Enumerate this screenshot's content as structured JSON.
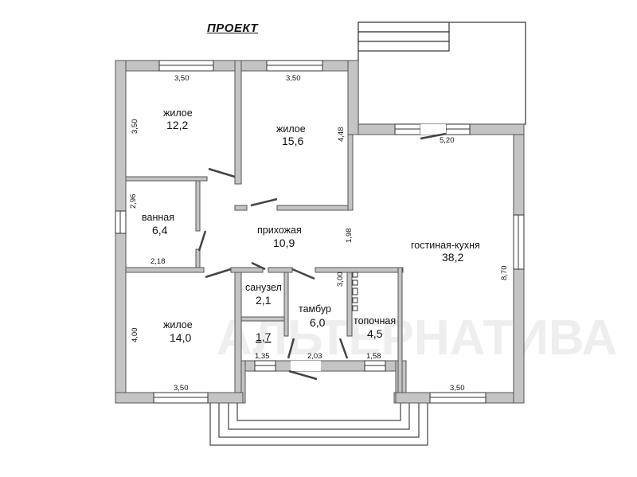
{
  "title": "ПРОЕКТ",
  "watermark": "АЛЬТЕРНАТИВА",
  "rooms": {
    "bedroom1": {
      "name": "жилое",
      "area": "12,2",
      "width_dim": "3,50",
      "height_dim": "3,50"
    },
    "bedroom2": {
      "name": "жилое",
      "area": "15,6",
      "width_dim": "3,50",
      "height_dim": "4,48"
    },
    "bathroom": {
      "name": "ванная",
      "area": "6,4",
      "width_dim": "2,18",
      "height_dim": "2,96"
    },
    "hallway": {
      "name": "прихожая",
      "area": "10,9",
      "height_dim": "1,98"
    },
    "bedroom3": {
      "name": "жилое",
      "area": "14,0",
      "width_dim": "3,50",
      "height_dim": "4,00"
    },
    "toilet": {
      "name": "санузел",
      "area": "2,1"
    },
    "closet": {
      "area": "1,7",
      "width_dim": "1,35"
    },
    "vestibule": {
      "name": "тамбур",
      "area": "6,0",
      "width_dim": "2,03"
    },
    "boiler": {
      "name": "топочная",
      "area": "4,5",
      "width_dim": "1,58",
      "height_dim": "3,00"
    },
    "living_kitchen": {
      "name": "гостиная-кухня",
      "area": "38,2",
      "width_dim": "5,20",
      "height_dim": "8,70",
      "bottom_dim": "3,50"
    }
  }
}
